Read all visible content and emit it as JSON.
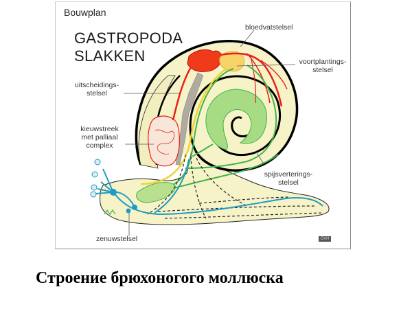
{
  "diagram": {
    "header": "Bouwplan",
    "title_line1": "GASTROPODA",
    "title_line2": "SLAKKEN",
    "labels": {
      "blood_system": "bloedvatstelsel",
      "reproductive_line1": "voortplantings-",
      "reproductive_line2": "stelsel",
      "excretory_line1": "uitscheidings-",
      "excretory_line2": "stelsel",
      "gill_line1": "kieuwstreek",
      "gill_line2": "met palliaal",
      "gill_line3": "complex",
      "digestive_line1": "spijsverterings-",
      "digestive_line2": "stelsel",
      "nervous_system": "zenuwstelsel"
    },
    "logo_mark": "GVH",
    "colors": {
      "body_fill": "#f7f3c8",
      "shell_outline": "#000000",
      "blood": "#e8201a",
      "heart": "#f03a1c",
      "reproductive": "#f7d36a",
      "excretory": "#b0aaa0",
      "digestive": "#3fb44a",
      "digestive_gland": "#a8dc84",
      "nerve": "#1f9bc4",
      "yellow_duct": "#f0d230"
    }
  },
  "caption": "Строение брюхоногого моллюска"
}
